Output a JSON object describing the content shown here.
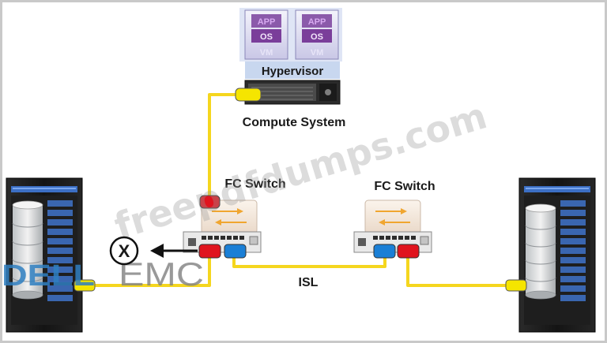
{
  "diagram": {
    "compute_system": {
      "label": "Compute System",
      "hypervisor_label": "Hypervisor",
      "vms": [
        {
          "app": "APP",
          "os": "OS",
          "vm": "VM"
        },
        {
          "app": "APP",
          "os": "OS",
          "vm": "VM"
        }
      ]
    },
    "switches": [
      {
        "label": "FC Switch"
      },
      {
        "label": "FC Switch"
      }
    ],
    "isl_label": "ISL",
    "failure_marker": "X",
    "watermark": "freepdfdumps.com",
    "logo": {
      "dell": "DELL",
      "emc": "EMC"
    },
    "colors": {
      "cable": "#f5d61e",
      "port_red": "#e0141e",
      "port_blue": "#1a7fd6",
      "vm_purple": "#7a3e9a",
      "hypervisor_band": "#c8d7ef",
      "logo_blue": "#2f7fc1"
    }
  }
}
